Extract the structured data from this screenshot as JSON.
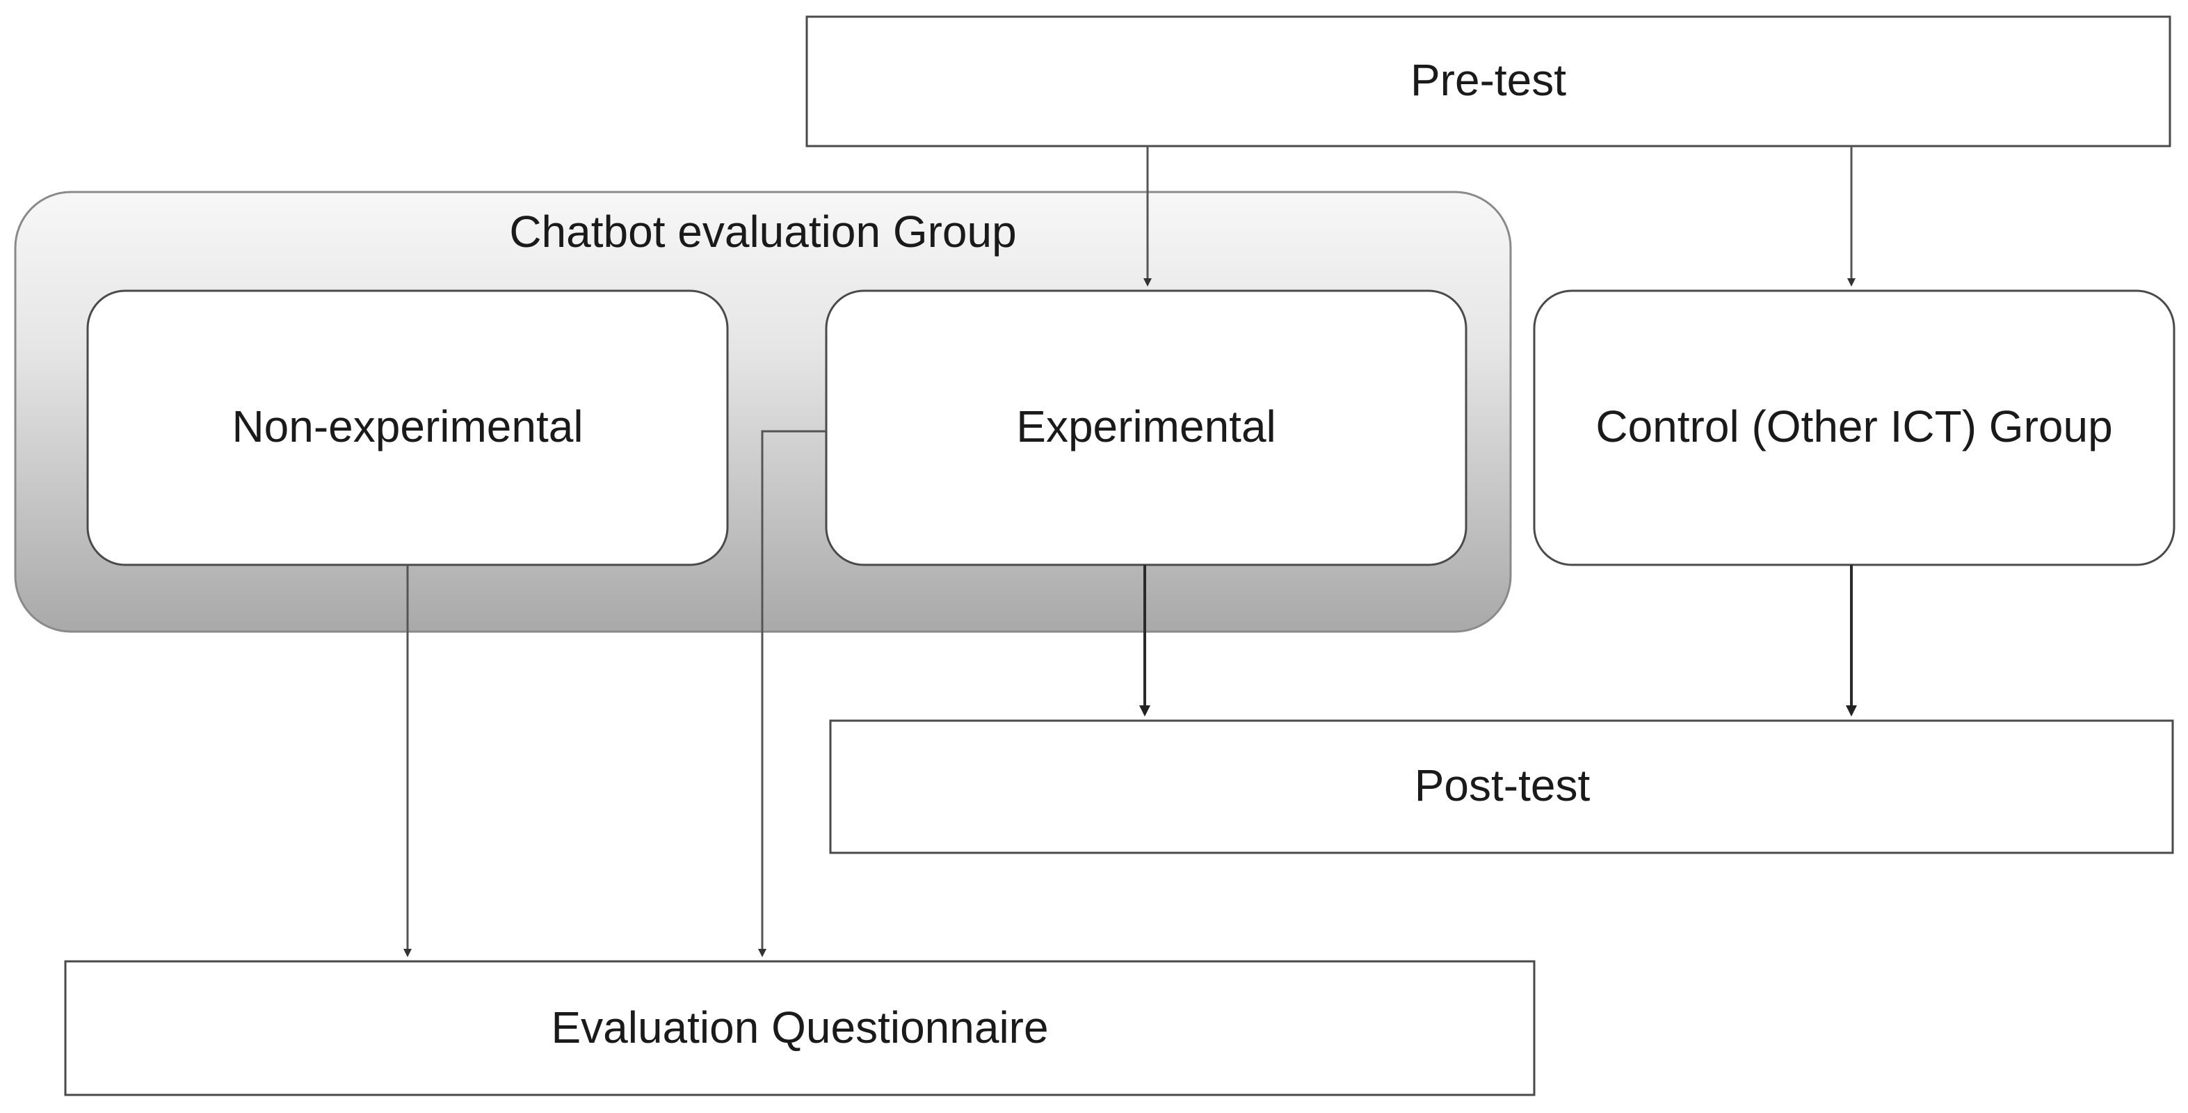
{
  "diagram": {
    "nodes": {
      "pretest": {
        "label": "Pre-test"
      },
      "group": {
        "label": "Chatbot evaluation Group"
      },
      "nonexp": {
        "label": "Non-experimental"
      },
      "exp": {
        "label": "Experimental"
      },
      "control": {
        "label": "Control (Other ICT) Group"
      },
      "posttest": {
        "label": "Post-test"
      },
      "questionnaire": {
        "label": "Evaluation Questionnaire"
      }
    },
    "edges": [
      {
        "from": "pretest",
        "to": "exp"
      },
      {
        "from": "pretest",
        "to": "control"
      },
      {
        "from": "exp",
        "to": "posttest"
      },
      {
        "from": "control",
        "to": "posttest"
      },
      {
        "from": "nonexp",
        "to": "questionnaire"
      },
      {
        "from": "exp",
        "to": "questionnaire"
      }
    ],
    "colors": {
      "box_stroke": "#4a4a4a",
      "group_fill_top": "#f7f7f7",
      "group_fill_bottom": "#a9a9a9",
      "arrow": "#555555"
    }
  }
}
